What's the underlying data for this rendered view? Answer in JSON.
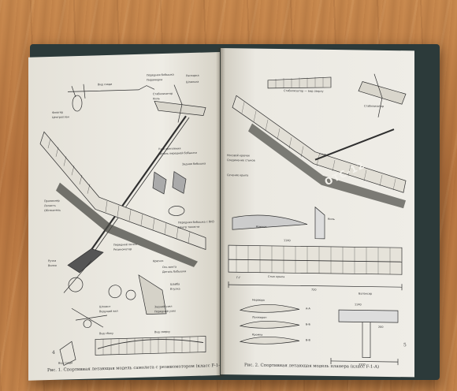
{
  "left_page": {
    "caption": "Рис. 1. Спортивная летающая модель самолета с резиномотором (класс F-1-B)",
    "page_number": "4",
    "callouts": [
      "Вид сзади",
      "Передняя бобышка",
      "Пирамидка",
      "Распорка",
      "Шпилька",
      "Стабилизатор",
      "Киль",
      "Флюгер",
      "Центроплан",
      "Узел крепления",
      "Деталь передней бобышки",
      "Задняя бобышка",
      "Пропеллер",
      "Лопасть",
      "Обтекатель",
      "Передний пилон",
      "Резиномотор",
      "Крючок",
      "Ось винта",
      "Деталь бобышки",
      "Шайба",
      "Втулка",
      "Задний узел",
      "Передний узел",
      "Ручка",
      "Вилка",
      "Шплинт",
      "Ведущий вал",
      "Передняя бобышка с ВИЗ",
      "Центр тяжести"
    ],
    "small_labels": [
      "Вид сзади",
      "Вид сбоку",
      "Вид сверху"
    ]
  },
  "right_page": {
    "caption": "Рис. 2. Спортивная летающая модель планера (класс F-1-A)",
    "page_number": "5",
    "registration": "ОТС-12",
    "callouts": [
      "Стабилизатор — вид сверху",
      "Стык",
      "Носовой крючок",
      "Соединение стыков",
      "Стабилизатор",
      "Сечение крыла",
      "Крючок",
      "Киль",
      "Нервюра",
      "Лонжерон",
      "Кромка",
      "Стык крыла",
      "Балансир"
    ],
    "sections": [
      "А-А",
      "Б-Б",
      "В-В",
      "Г-Г"
    ],
    "dimensions": [
      "1140",
      "1140",
      "200",
      "720",
      "3100"
    ]
  },
  "colors": {
    "table": "#c4854c",
    "paper": "#ebe9e2",
    "cover": "#2c3a3a",
    "ink": "#2f2f2f"
  }
}
